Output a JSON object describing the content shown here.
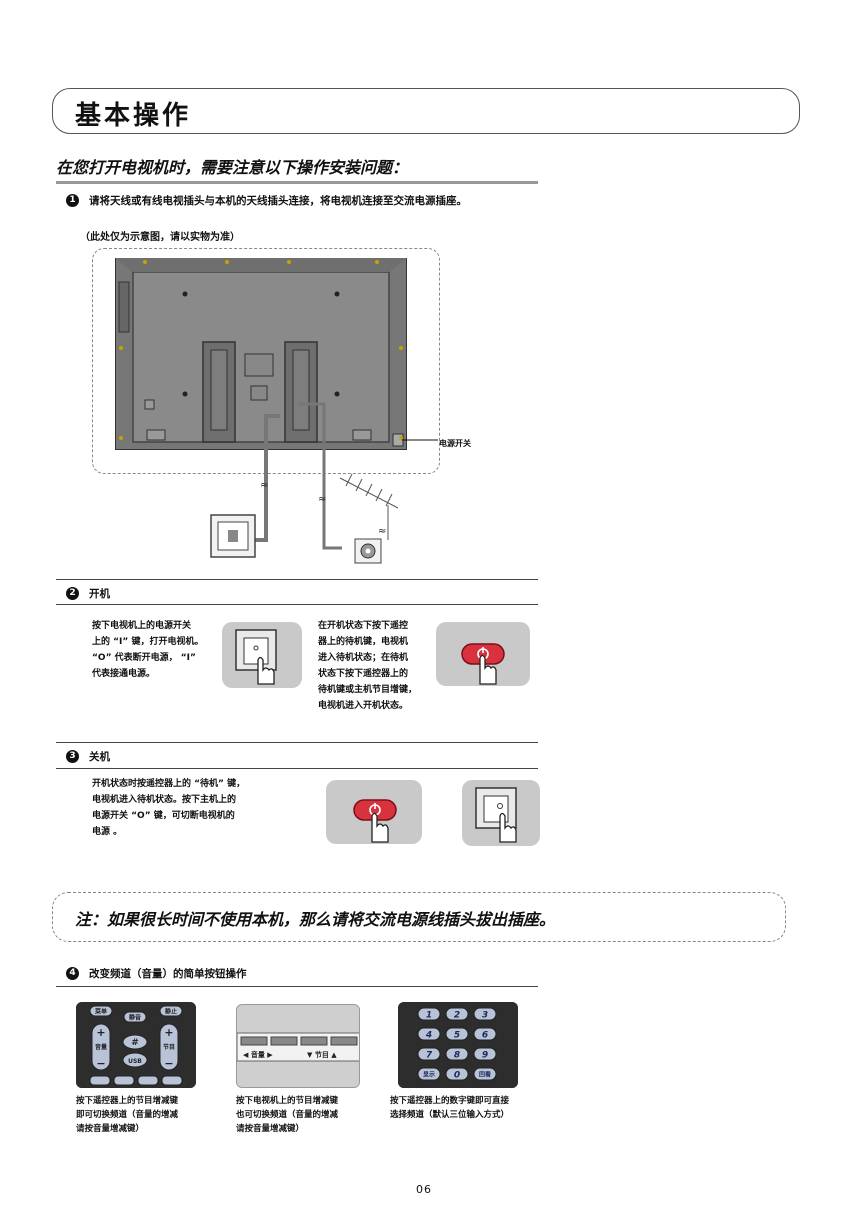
{
  "title": "基本操作",
  "subtitle": "在您打开电视机时，需要注意以下操作安装问题：",
  "step1": {
    "num": "1",
    "text": "请将天线或有线电视插头与本机的天线插头连接，将电视机连接至交流电源插座。",
    "note": "（此处仅为示意图，请以实物为准）",
    "power_switch_label": "电源开关"
  },
  "step2": {
    "num": "2",
    "heading": "开机",
    "left_lines": [
      "按下电视机上的电源开关",
      "上的 “I” 键，打开电视机。",
      "“O” 代表断开电源， “I”",
      "代表接通电源。"
    ],
    "right_lines": [
      "在开机状态下按下遥控",
      "器上的待机键，电视机",
      "进入待机状态；在待机",
      "状态下按下遥控器上的",
      "待机键或主机节目增键，",
      "电视机进入开机状态。"
    ]
  },
  "step3": {
    "num": "3",
    "heading": "关机",
    "lines": [
      "开机状态时按遥控器上的 “待机” 键，",
      "电视机进入待机状态。按下主机上的",
      "电源开关 “O” 键，可切断电视机的",
      "电源 。"
    ]
  },
  "note": "注：如果很长时间不使用本机，那么请将交流电源线插头拔出插座。",
  "step4": {
    "num": "4",
    "heading": "改变频道（音量）的简单按钮操作",
    "remote1": {
      "top": [
        "菜单",
        "静音",
        "静止"
      ],
      "vol": "音量",
      "ch": "节目",
      "hash": "#",
      "usb": "USB"
    },
    "panel": {
      "vol": "◀ 音量 ▶",
      "ch": "▼ 节目 ▲"
    },
    "keypad": {
      "keys": [
        "1",
        "2",
        "3",
        "4",
        "5",
        "6",
        "7",
        "8",
        "9"
      ],
      "bottom": [
        "显示",
        "0",
        "回看"
      ]
    },
    "captions": [
      [
        "按下遥控器上的节目增减键",
        "即可切换频道（音量的增减",
        "请按音量增减键）"
      ],
      [
        "按下电视机上的节目增减键",
        "也可切换频道（音量的增减",
        "请按音量增减键）"
      ],
      [
        "按下遥控器上的数字键即可直接",
        "选择频道（默认三位输入方式）"
      ]
    ]
  },
  "page_number": "06"
}
